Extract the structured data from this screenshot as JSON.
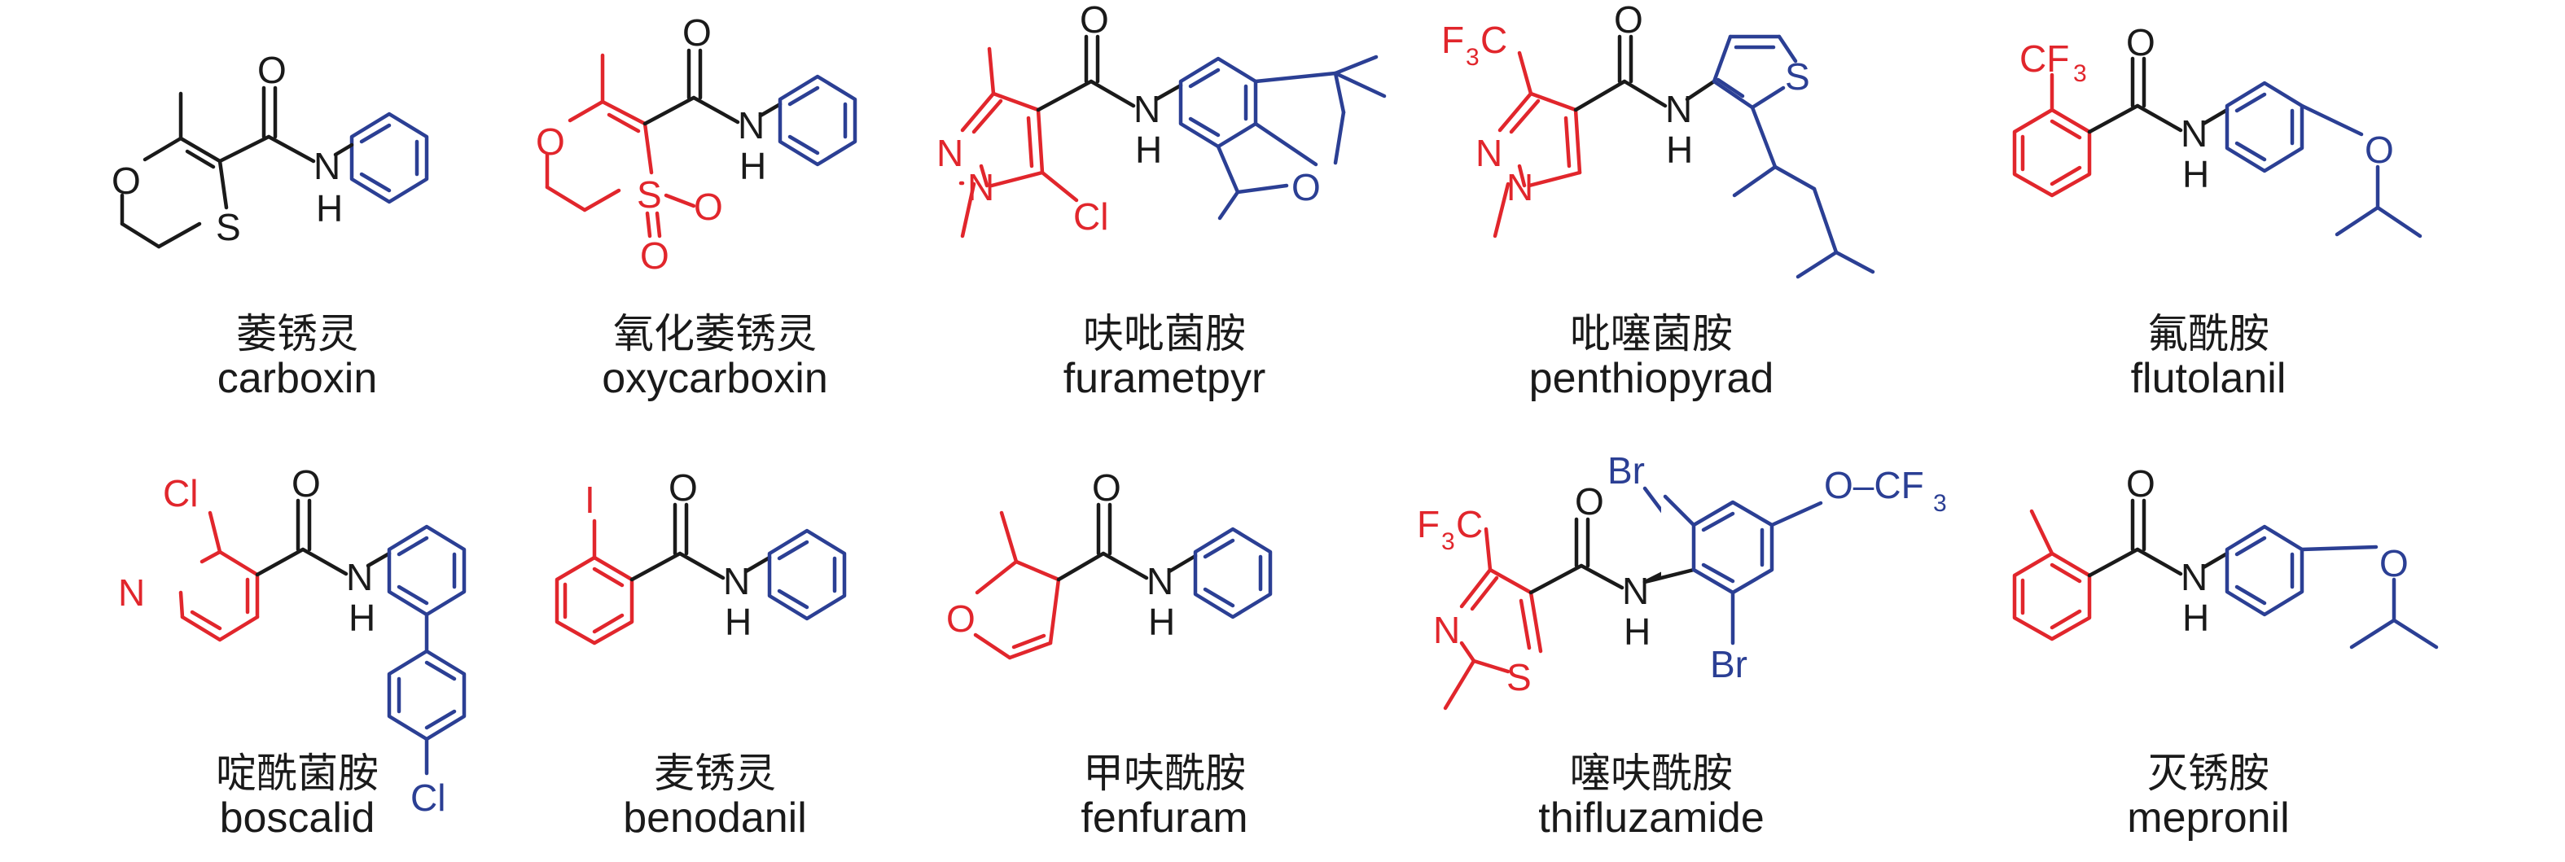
{
  "compounds": [
    {
      "cn": "萎锈灵",
      "en": "carboxin"
    },
    {
      "cn": "氧化萎锈灵",
      "en": "oxycarboxin"
    },
    {
      "cn": "呋吡菌胺",
      "en": "furametpyr"
    },
    {
      "cn": "吡噻菌胺",
      "en": "penthiopyrad"
    },
    {
      "cn": "氟酰胺",
      "en": "flutolanil"
    },
    {
      "cn": "啶酰菌胺",
      "en": "boscalid"
    },
    {
      "cn": "麦锈灵",
      "en": "benodanil"
    },
    {
      "cn": "甲呋酰胺",
      "en": "fenfuram"
    },
    {
      "cn": "噻呋酰胺",
      "en": "thifluzamide"
    },
    {
      "cn": "灭锈胺",
      "en": "mepronil"
    }
  ],
  "atoms": {
    "O": "O",
    "N": "N",
    "H": "H",
    "S": "S",
    "Cl": "Cl",
    "Br": "Br",
    "I": "I",
    "F3C_F": "F",
    "F3C_3": "3",
    "F3C_C": "C",
    "CF3_CF": "CF",
    "CF3_3": "3",
    "OCF3": "O–CF",
    "OCF3_3": "3"
  },
  "colors": {
    "scaffold": "#e1262c",
    "linker": "#1a1a1a",
    "amine": "#2b3f94"
  }
}
